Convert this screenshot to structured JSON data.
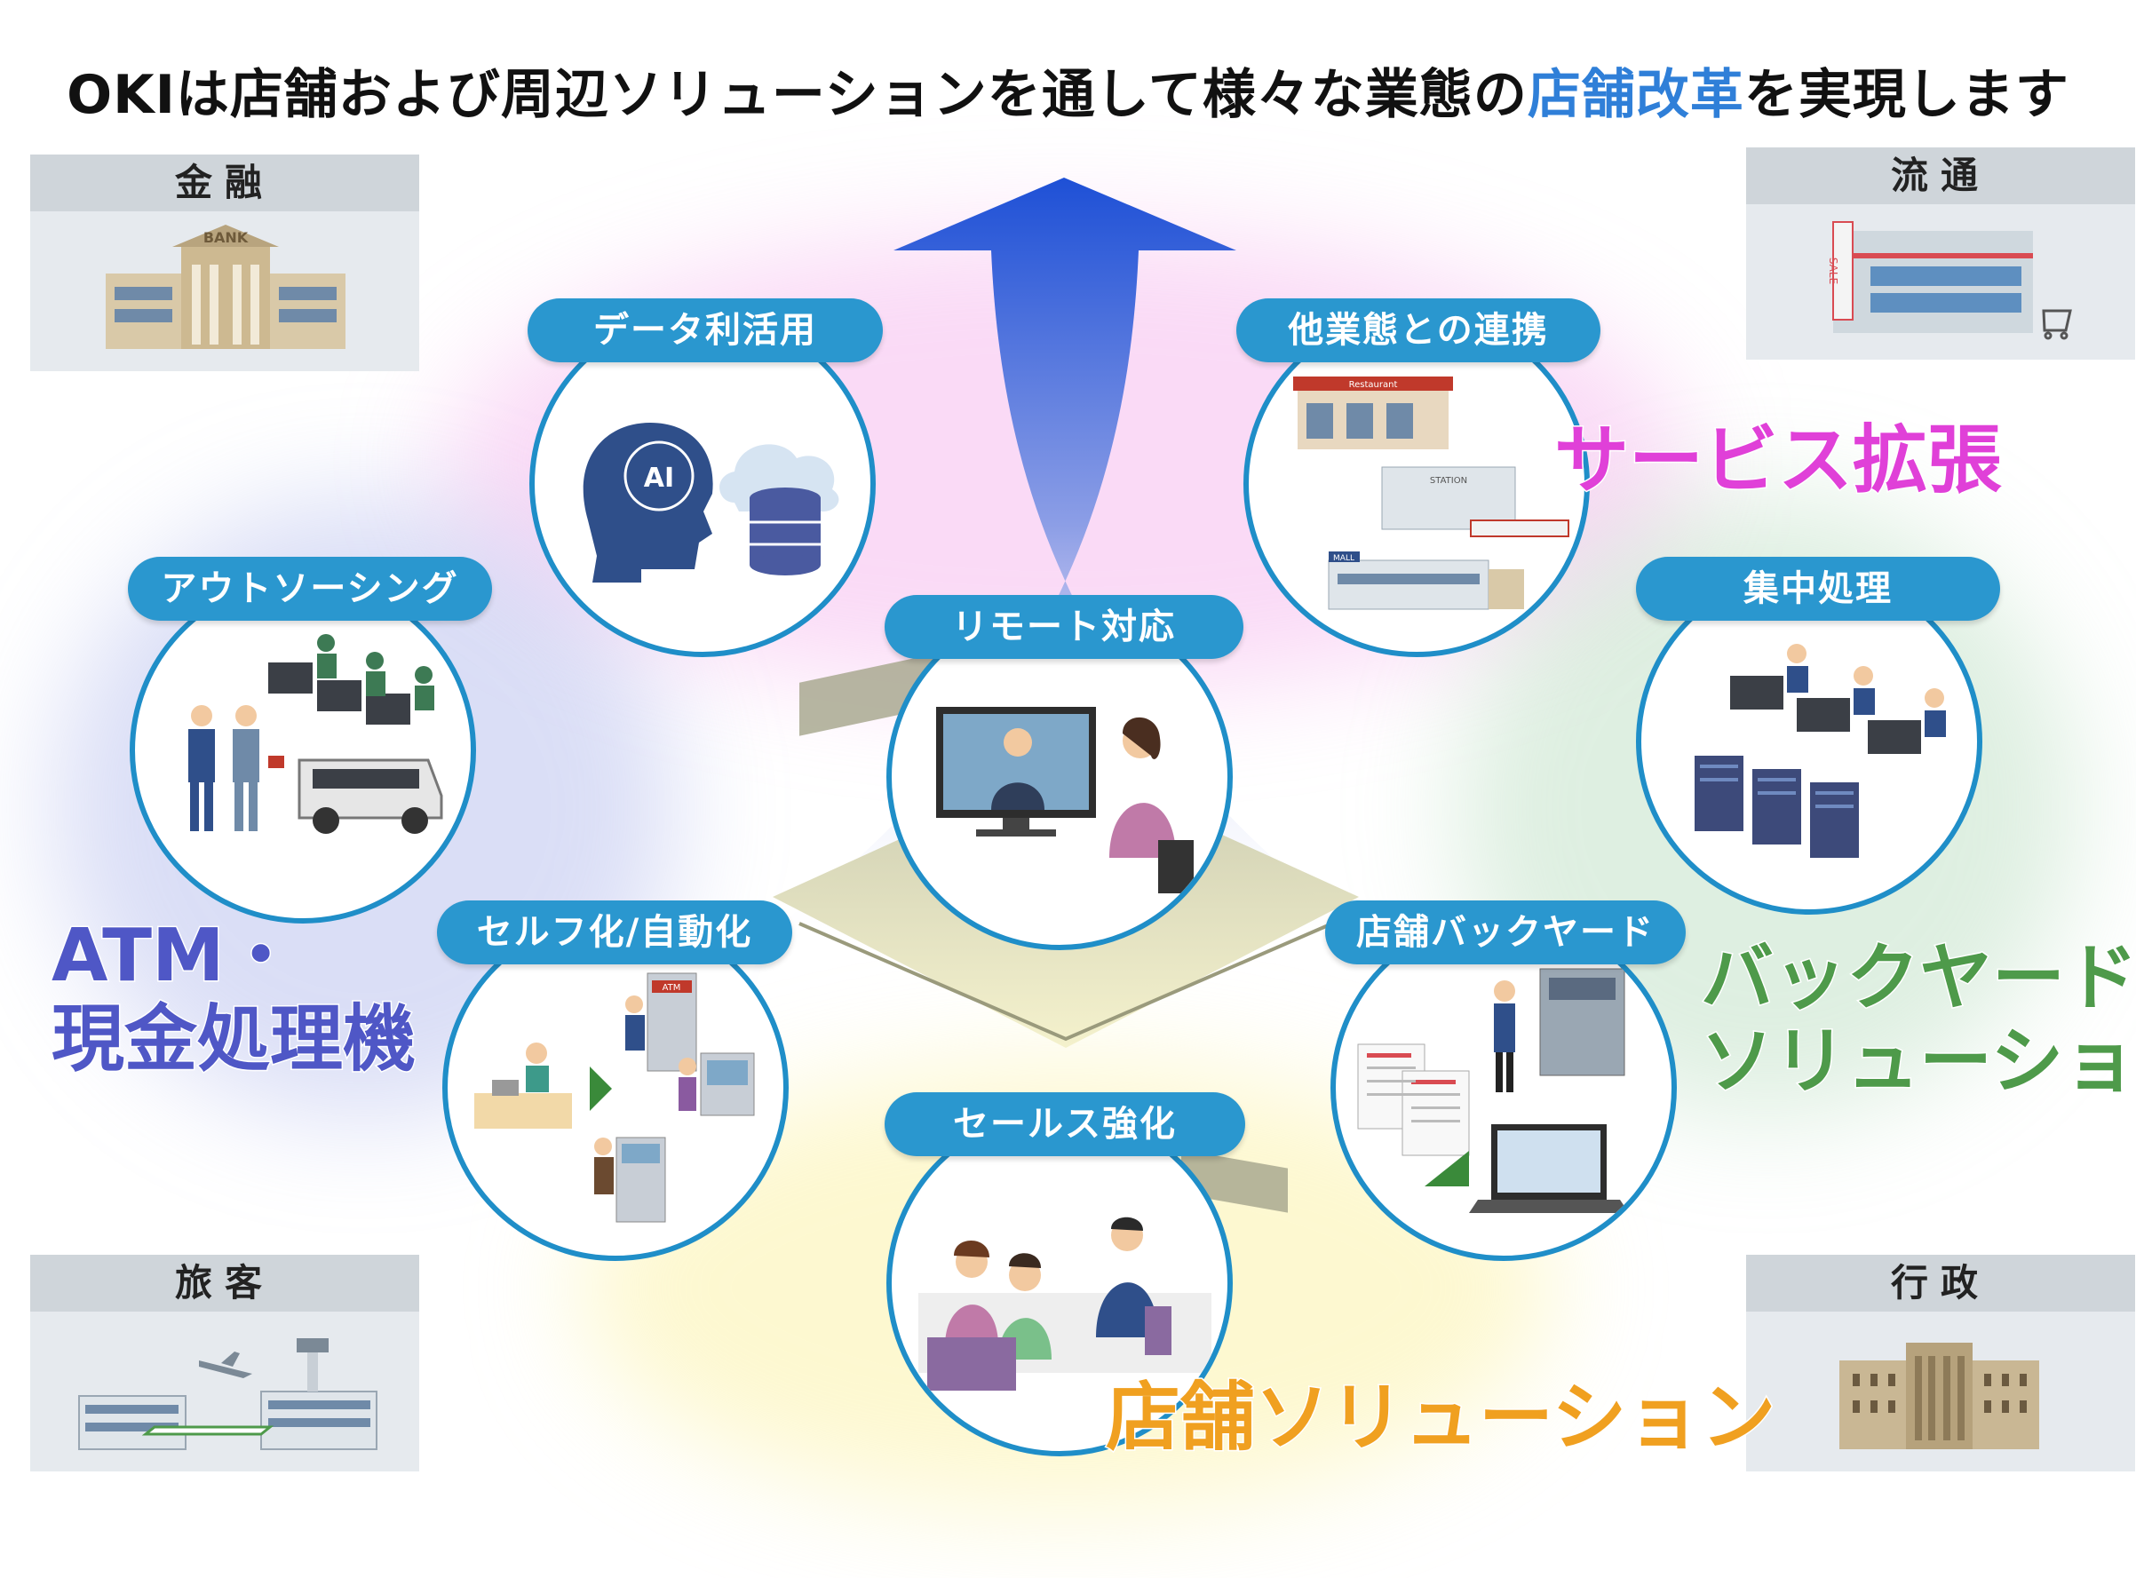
{
  "title": {
    "prefix": "OKIは店舗および周辺ソリューションを通して様々な業態の",
    "highlight": "店舗改革",
    "suffix": "を実現します"
  },
  "sectors": {
    "finance": "金融",
    "distribution": "流通",
    "travel": "旅客",
    "government": "行政",
    "bank_sign": "BANK",
    "sale_sign": "SALE"
  },
  "bubbles": {
    "data": "データ利活用",
    "partner": "他業態との連携",
    "outsourcing": "アウトソーシング",
    "central": "集中処理",
    "remote": "リモート対応",
    "self": "セルフ化/自動化",
    "backyard": "店舗バックヤード",
    "sales": "セールス強化"
  },
  "signs": {
    "ai": "AI",
    "restaurant": "Restaurant",
    "station": "STATION",
    "mall": "MALL",
    "atm": "ATM"
  },
  "areas": {
    "service": "サービス拡張",
    "atm_line1": "ATM・",
    "atm_line2": "現金処理機",
    "backyard_line1": "バックヤード",
    "backyard_line2": "ソリューション",
    "store": "店舗ソリューション"
  },
  "colors": {
    "bubble_border": "#1f8ec8",
    "pill": "#2a97cf",
    "service": "#e040d8",
    "atm": "#4f57c6",
    "backyard": "#4e9a4a",
    "store": "#f0a020",
    "arrow": "#2258d8",
    "highlight": "#2f7fd8"
  }
}
